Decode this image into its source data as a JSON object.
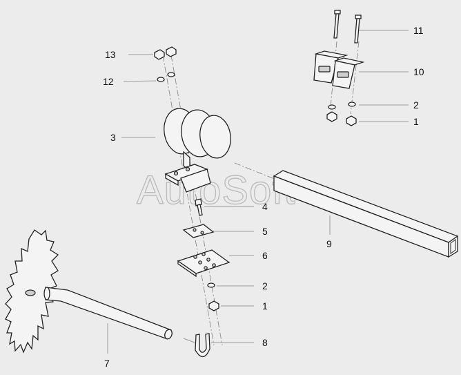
{
  "watermark": "AutoSoft",
  "callouts": [
    {
      "id": "c13",
      "label": "13"
    },
    {
      "id": "c12",
      "label": "12"
    },
    {
      "id": "c3",
      "label": "3"
    },
    {
      "id": "c11",
      "label": "11"
    },
    {
      "id": "c10",
      "label": "10"
    },
    {
      "id": "c2a",
      "label": "2"
    },
    {
      "id": "c1a",
      "label": "1"
    },
    {
      "id": "c4",
      "label": "4"
    },
    {
      "id": "c5",
      "label": "5"
    },
    {
      "id": "c6",
      "label": "6"
    },
    {
      "id": "c9",
      "label": "9"
    },
    {
      "id": "c2b",
      "label": "2"
    },
    {
      "id": "c1b",
      "label": "1"
    },
    {
      "id": "c8",
      "label": "8"
    },
    {
      "id": "c7",
      "label": "7"
    }
  ]
}
